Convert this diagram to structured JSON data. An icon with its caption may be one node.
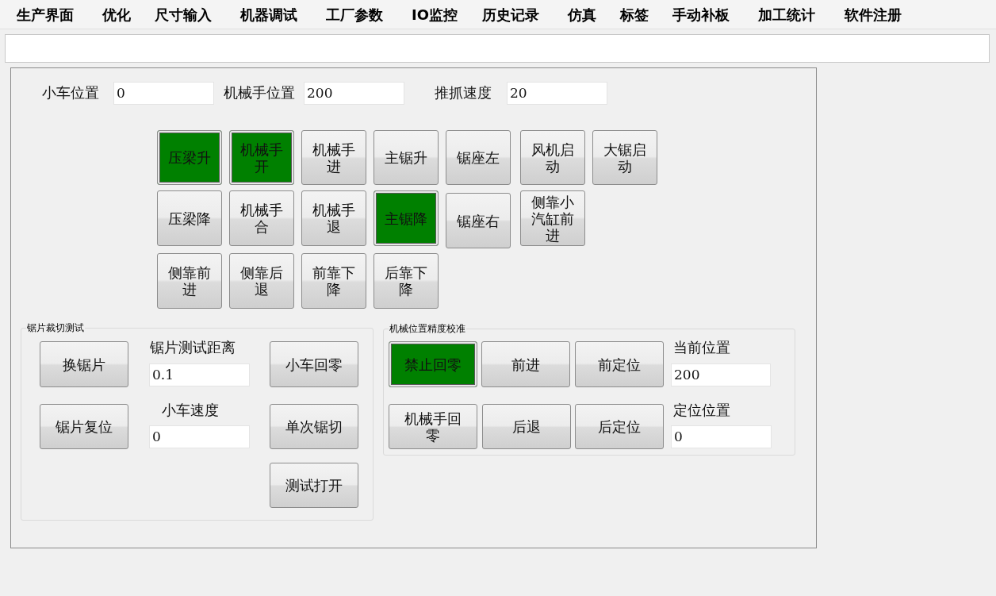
{
  "diagram": {
    "nodes": [
      {
        "text": [
          "压梁升"
        ]
      },
      {
        "text": [
          "机械手开"
        ]
      },
      {
        "text": [
          "机械手进"
        ]
      },
      {
        "text": [
          "主锯升"
        ]
      },
      {
        "text": [
          "锯座左"
        ]
      },
      {
        "text": [
          "风机启动"
        ]
      },
      {
        "text": [
          "大锯启动"
        ]
      },
      {
        "text": [
          "压梁降"
        ]
      },
      {
        "text": [
          "机械手合"
        ]
      },
      {
        "text": [
          "机械手退"
        ]
      },
      {
        "text": [
          "主锯降"
        ]
      },
      {
        "text": [
          "锯座右"
        ]
      },
      {
        "text": [
          "侧靠小汽缸前进"
        ]
      },
      {
        "text": [
          "侧靠前进"
        ]
      },
      {
        "text": [
          "侧靠后退"
        ]
      },
      {
        "text": [
          "前靠下降"
        ]
      },
      {
        "text": [
          "后靠下降"
        ]
      },
      {
        "text": [
          "锯片裁切测试"
        ]
      },
      {
        "text": [
          "换锯片"
        ],
        "in": 17
      },
      {
        "text": [
          "小车回零"
        ],
        "in": 17
      },
      {
        "text": [
          "锯片复位"
        ],
        "in": 17
      },
      {
        "text": [
          "单次锯切"
        ],
        "in": 17
      },
      {
        "text": [
          "测试打开"
        ],
        "in": 17
      },
      {
        "text": [
          "机械位置精度校准"
        ]
      },
      {
        "text": [
          "禁止回零"
        ],
        "in": 23
      },
      {
        "text": [
          "前进"
        ],
        "in": 23
      },
      {
        "text": [
          "前定位"
        ],
        "in": 23
      },
      {
        "text": [
          "机械手回零"
        ],
        "in": 23
      },
      {
        "text": [
          "后退"
        ],
        "in": 23
      },
      {
        "text": [
          "后定位"
        ],
        "in": 23
      }
    ],
    "labels": [
      "生产界面",
      "优化",
      "尺寸输入",
      "机器调试",
      "工厂参数",
      "IO监控",
      "历史记录",
      "仿真",
      "标签",
      "手动补板",
      "加工统计",
      "软件注册",
      "小车位置",
      "0",
      "机械手位置",
      "200",
      "推抓速度",
      "20",
      "锯片测试距离",
      "0.1",
      "小车速度",
      "0",
      "当前位置",
      "200",
      "定位位置",
      "0"
    ]
  }
}
